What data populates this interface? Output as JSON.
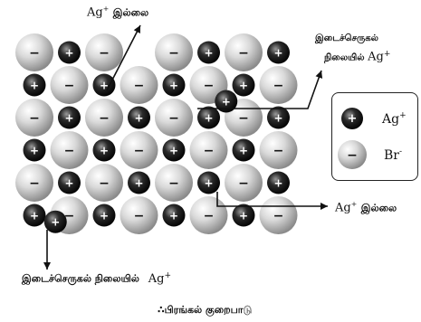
{
  "labels": {
    "top_center": {
      "ion": "Ag",
      "charge": "+",
      "tamil": "இல்லை"
    },
    "top_right_line1": "இடைச்செருகல்",
    "top_right_line2": "நிலையில்",
    "top_right_ion": "Ag",
    "top_right_charge": "+",
    "right_middle": {
      "ion": "Ag",
      "charge": "+",
      "tamil": "இல்லை"
    },
    "bottom_left": {
      "tamil": "இடைச்செருகல் நிலையில்",
      "ion": "Ag",
      "charge": "+"
    }
  },
  "caption": "∴பிரங்கல் குறைபாடு",
  "legend": {
    "items": [
      {
        "ion": "Ag",
        "charge": "+",
        "sign": "+"
      },
      {
        "ion": "Br",
        "charge": "-",
        "sign": "−"
      }
    ]
  },
  "colors": {
    "small_ion": "#161616",
    "large_ion": "#bdbdbd",
    "arrow": "#111111"
  }
}
